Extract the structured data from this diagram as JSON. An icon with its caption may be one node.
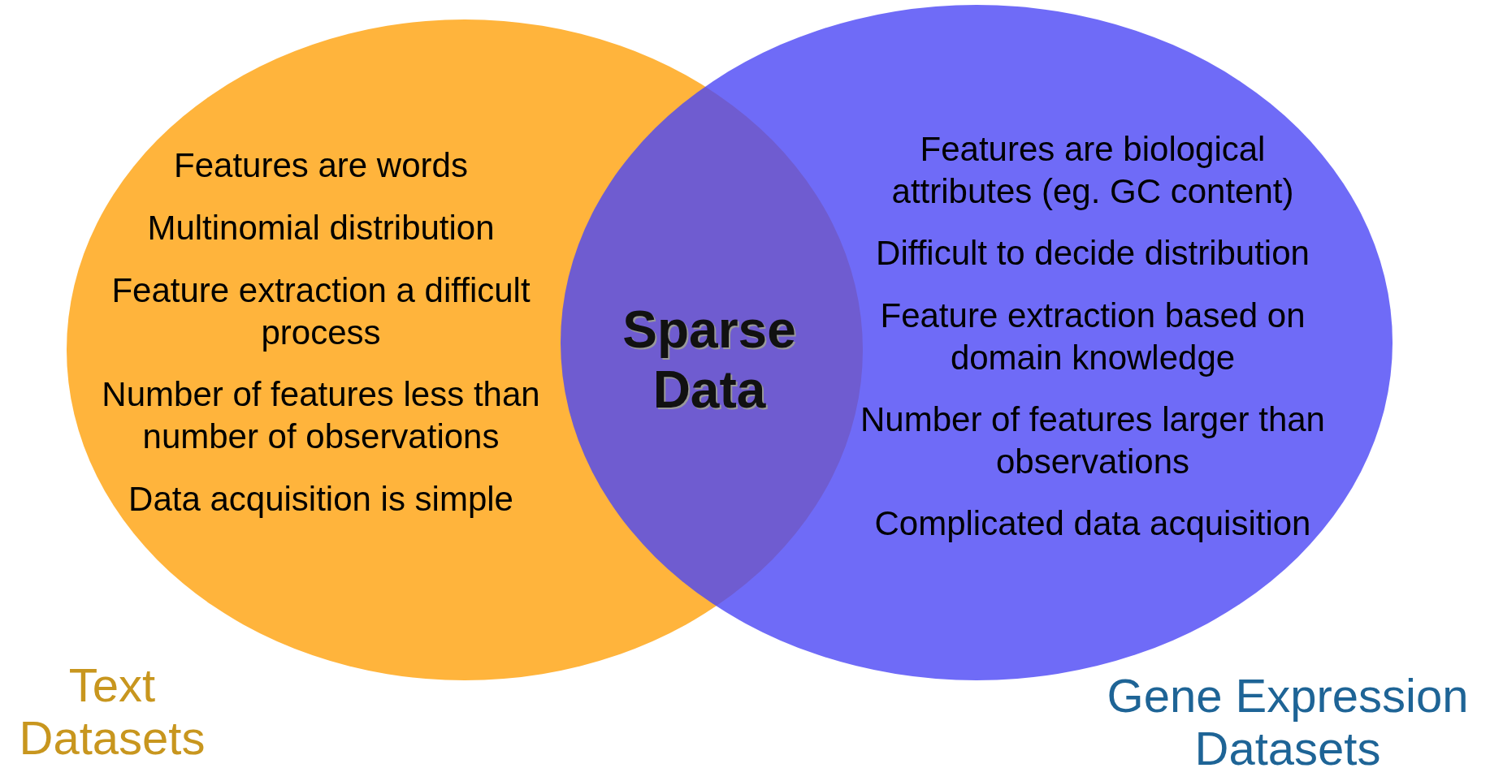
{
  "diagram": {
    "nodes": [
      {
        "text": [
          "Text Datasets",
          "Features are words",
          "Multinomial distribution",
          "Feature extraction a difficult process",
          "Number of features less than number of observations",
          "Data acquisition is simple"
        ]
      },
      {
        "text": [
          "Gene Expression Datasets",
          "Features are biological attributes (eg. GC content)",
          "Difficult to decide distribution",
          "Feature extraction based on domain knowledge",
          "Number of features larger than observations",
          "Complicated data acquisition"
        ]
      },
      {
        "text": [
          "Sparse Data"
        ]
      }
    ]
  }
}
